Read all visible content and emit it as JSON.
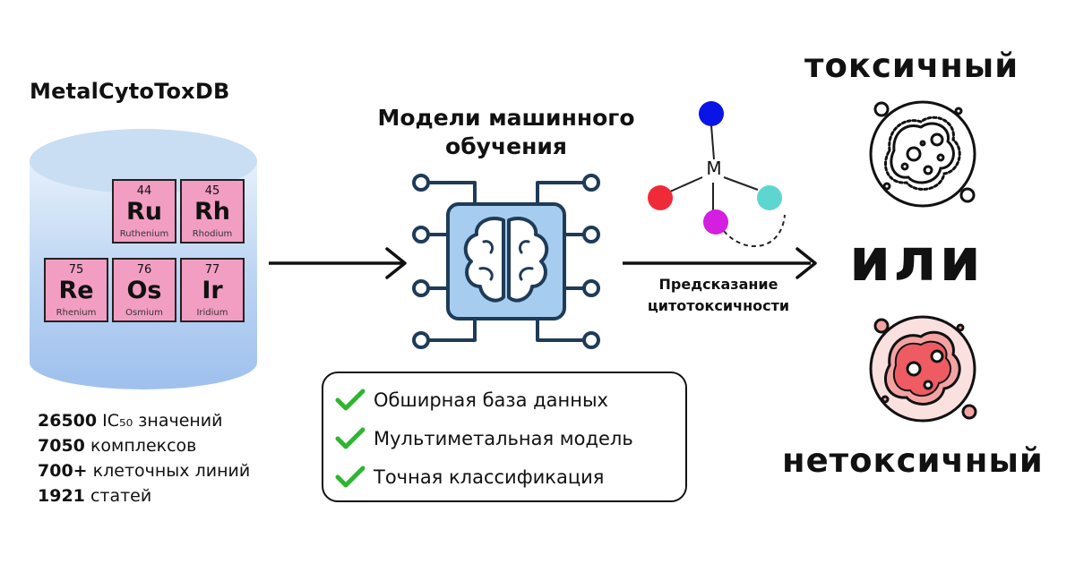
{
  "database": {
    "title": "MetalCytoToxDB",
    "elements": [
      {
        "number": "44",
        "symbol": "Ru",
        "name": "Ruthenium"
      },
      {
        "number": "45",
        "symbol": "Rh",
        "name": "Rhodium"
      },
      {
        "number": "75",
        "symbol": "Re",
        "name": "Rhenium"
      },
      {
        "number": "76",
        "symbol": "Os",
        "name": "Osmium"
      },
      {
        "number": "77",
        "symbol": "Ir",
        "name": "Iridium"
      }
    ],
    "stats": [
      {
        "value": "26500",
        "label": "IC₅₀ значений"
      },
      {
        "value": "7050",
        "label": "комплексов"
      },
      {
        "value": "700+",
        "label": "клеточных линий"
      },
      {
        "value": "1921",
        "label": "статей"
      }
    ]
  },
  "model": {
    "title": "Модели машинного обучения",
    "features": [
      "Обширная база данных",
      "Мультиметальная модель",
      "Точная классификация"
    ]
  },
  "molecule": {
    "center_label": "M",
    "colors": {
      "top": "#0a14e6",
      "left": "#ef2b3a",
      "right": "#5ed6d0",
      "bottom": "#d41ee0"
    }
  },
  "prediction": {
    "label_line1": "Предсказание",
    "label_line2": "цитотоксичности"
  },
  "results": {
    "toxic": "токсичный",
    "or": "или",
    "nontoxic": "нетоксичный"
  },
  "colors": {
    "db_top": "#c9ddf3",
    "db_body": "#a9c8f0",
    "element": "#f29ec2",
    "chip": "#a6cdf0",
    "check": "#2fb52f",
    "cell_nontoxic": "#f4a3a3"
  }
}
